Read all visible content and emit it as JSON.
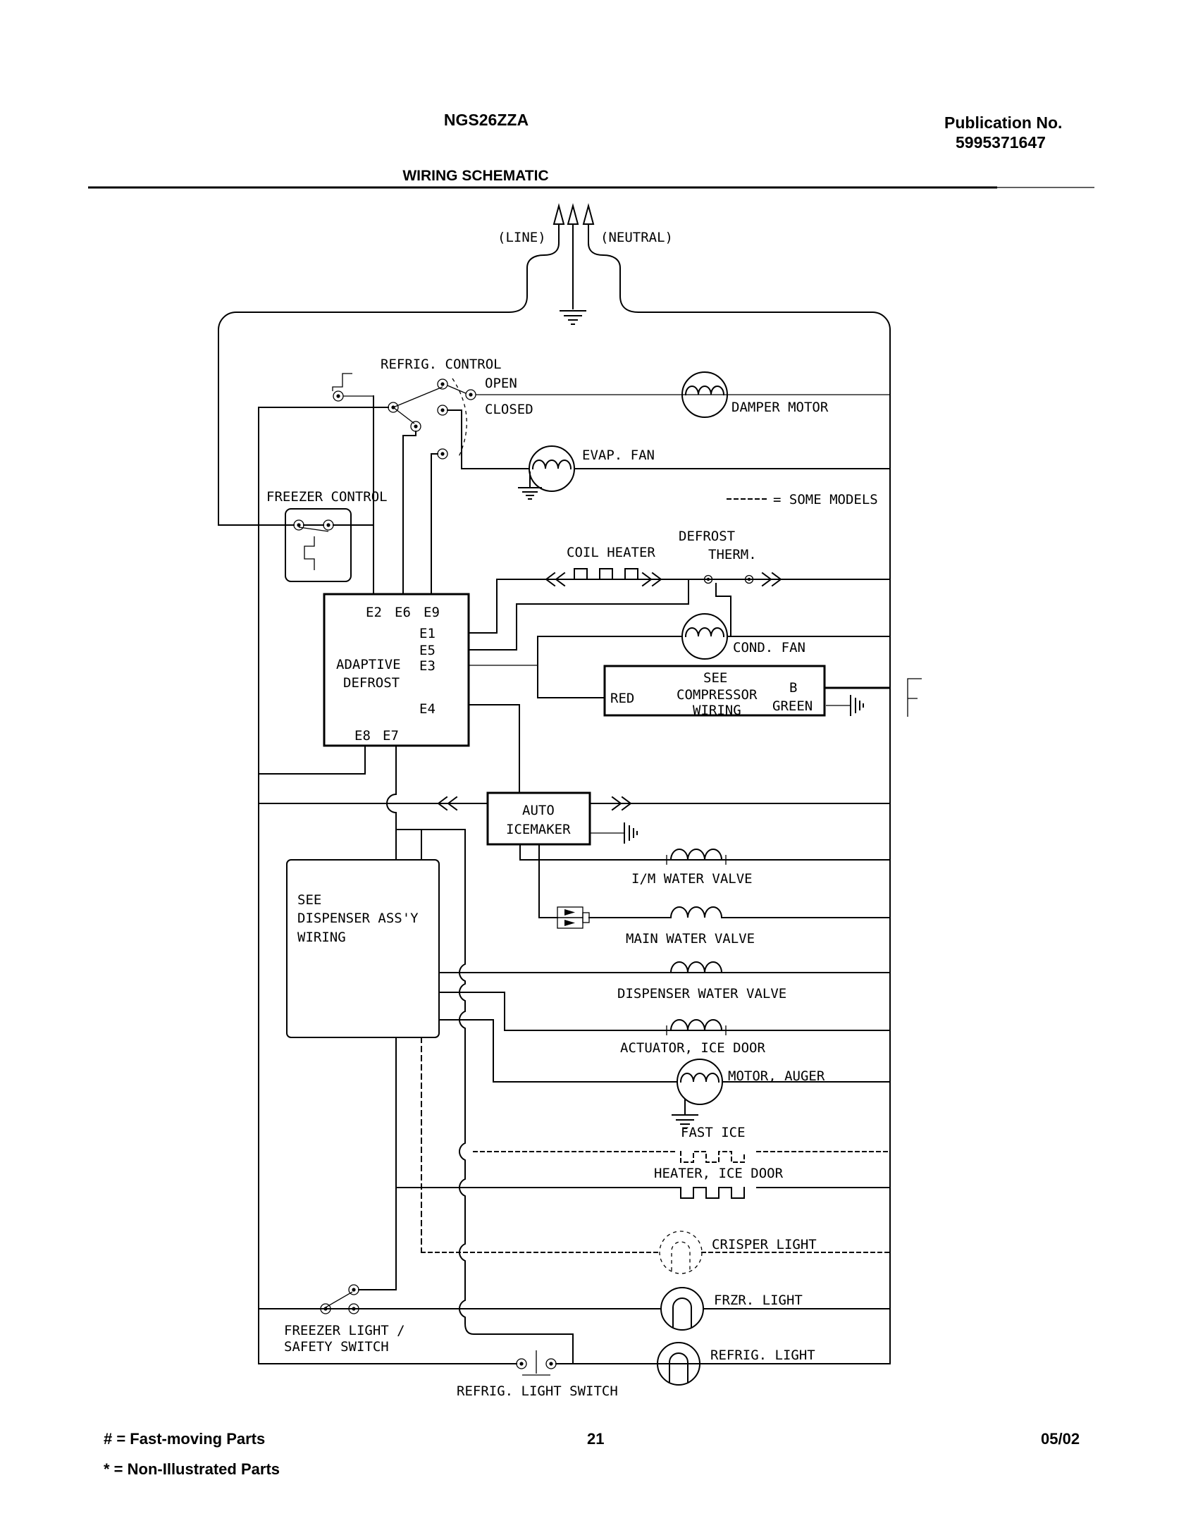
{
  "header": {
    "model": "NGS26ZZA",
    "publication_label": "Publication No.",
    "publication_number": "5995371647",
    "title": "WIRING SCHEMATIC"
  },
  "footer": {
    "legend_fast": "#  =  Fast-moving Parts",
    "legend_non": "*  =  Non-Illustrated Parts",
    "page_number": "21",
    "date": "05/02"
  },
  "schematic": {
    "colors": {
      "ink": "#000000",
      "paper": "#ffffff"
    },
    "labels": {
      "line": "(LINE)",
      "neutral": "(NEUTRAL)",
      "refrig_control": "REFRIG. CONTROL",
      "open": "OPEN",
      "closed": "CLOSED",
      "damper_motor": "DAMPER MOTOR",
      "evap_fan": "EVAP. FAN",
      "freezer_control": "FREEZER CONTROL",
      "some_models": "= SOME MODELS",
      "coil_heater": "COIL HEATER",
      "defrost_therm_1": "DEFROST",
      "defrost_therm_2": "THERM.",
      "e2": "E2",
      "e6": "E6",
      "e9": "E9",
      "e1": "E1",
      "e5": "E5",
      "e3": "E3",
      "e4": "E4",
      "e8": "E8",
      "e7": "E7",
      "adaptive_1": "ADAPTIVE",
      "adaptive_2": "DEFROST",
      "cond_fan": "COND. FAN",
      "see_compressor_1": "SEE",
      "see_compressor_2": "COMPRESSOR",
      "see_compressor_3": "WIRING",
      "red": "RED",
      "b": "B",
      "green": "GREEN",
      "icemaker_1": "AUTO",
      "icemaker_2": "ICEMAKER",
      "im_water_valve": "I/M WATER VALVE",
      "main_water_valve": "MAIN WATER VALVE",
      "dispenser_water_valve": "DISPENSER WATER VALVE",
      "actuator_ice_door": "ACTUATOR, ICE DOOR",
      "motor_auger": "MOTOR, AUGER",
      "fast_ice": "FAST ICE",
      "heater_ice_door": "HEATER, ICE DOOR",
      "crisper_light": "CRISPER LIGHT",
      "frzr_light": "FRZR. LIGHT",
      "freezer_light_1": "FREEZER LIGHT /",
      "freezer_light_2": "SAFETY SWITCH",
      "refrig_light": "REFRIG. LIGHT",
      "refrig_light_switch": "REFRIG. LIGHT SWITCH",
      "see_dispenser_1": "SEE",
      "see_dispenser_2": "DISPENSER ASS'Y",
      "see_dispenser_3": "WIRING"
    }
  }
}
